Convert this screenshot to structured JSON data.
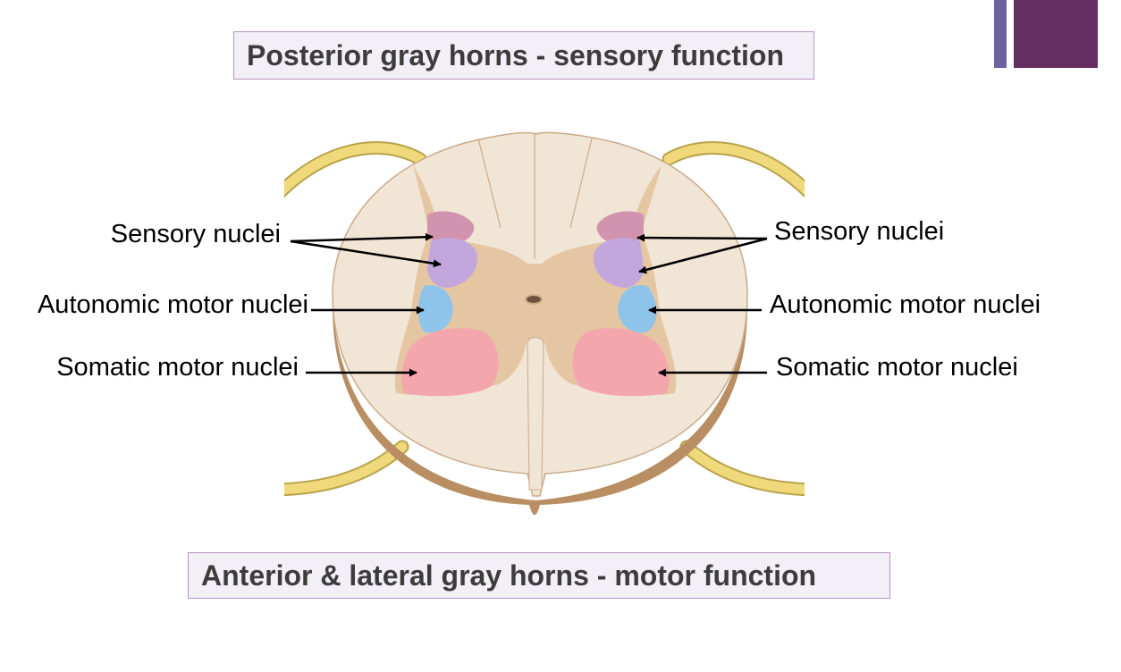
{
  "titles": {
    "top": "Posterior gray horns - sensory function",
    "bottom": "Anterior & lateral gray horns - motor function"
  },
  "labels": {
    "sensory_left": "Sensory nuclei",
    "autonomic_left": "Autonomic motor nuclei",
    "somatic_left": "Somatic motor nuclei",
    "sensory_right": "Sensory nuclei",
    "autonomic_right": "Autonomic motor nuclei",
    "somatic_right": "Somatic motor nuclei"
  },
  "colors": {
    "accent_bar": "#652e62",
    "accent_thin": "#6b63a0",
    "title_border": "#b693c4",
    "title_fill": "#f3eff6",
    "white_matter": "#f1e5d6",
    "gray_matter": "#e5c6a3",
    "cord_side": "#b88e62",
    "nerve_root": "#f0d97a",
    "sensory_upper": "#d193ae",
    "sensory_lower": "#c2a6dc",
    "autonomic": "#8ec4ea",
    "somatic": "#f4a6ad"
  }
}
